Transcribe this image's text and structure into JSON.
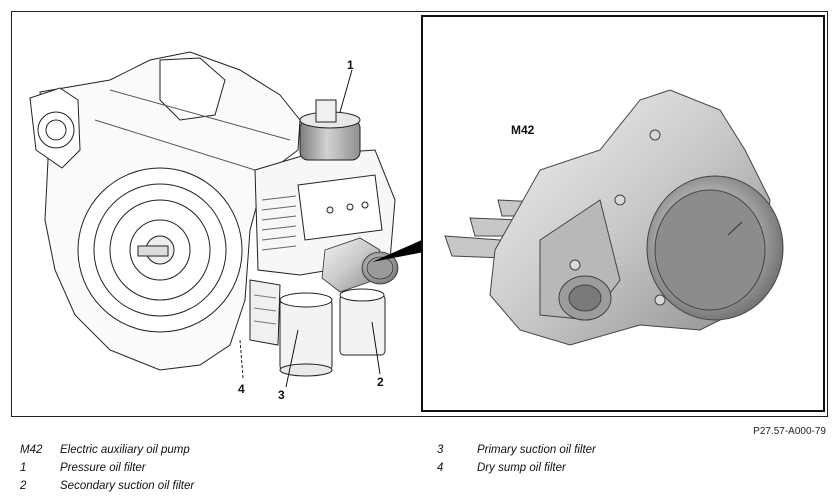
{
  "figure": {
    "callouts": {
      "c1": "1",
      "c2": "2",
      "c3": "3",
      "c4": "4",
      "m42": "M42"
    },
    "reference_code": "P27.57-A000-79"
  },
  "legend": {
    "left": [
      {
        "key": "M42",
        "label": "Electric auxiliary oil pump"
      },
      {
        "key": "1",
        "label": "Pressure oil filter"
      },
      {
        "key": "2",
        "label": "Secondary suction oil filter"
      }
    ],
    "right": [
      {
        "key": "3",
        "label": "Primary suction oil filter"
      },
      {
        "key": "4",
        "label": "Dry sump oil filter"
      }
    ]
  }
}
